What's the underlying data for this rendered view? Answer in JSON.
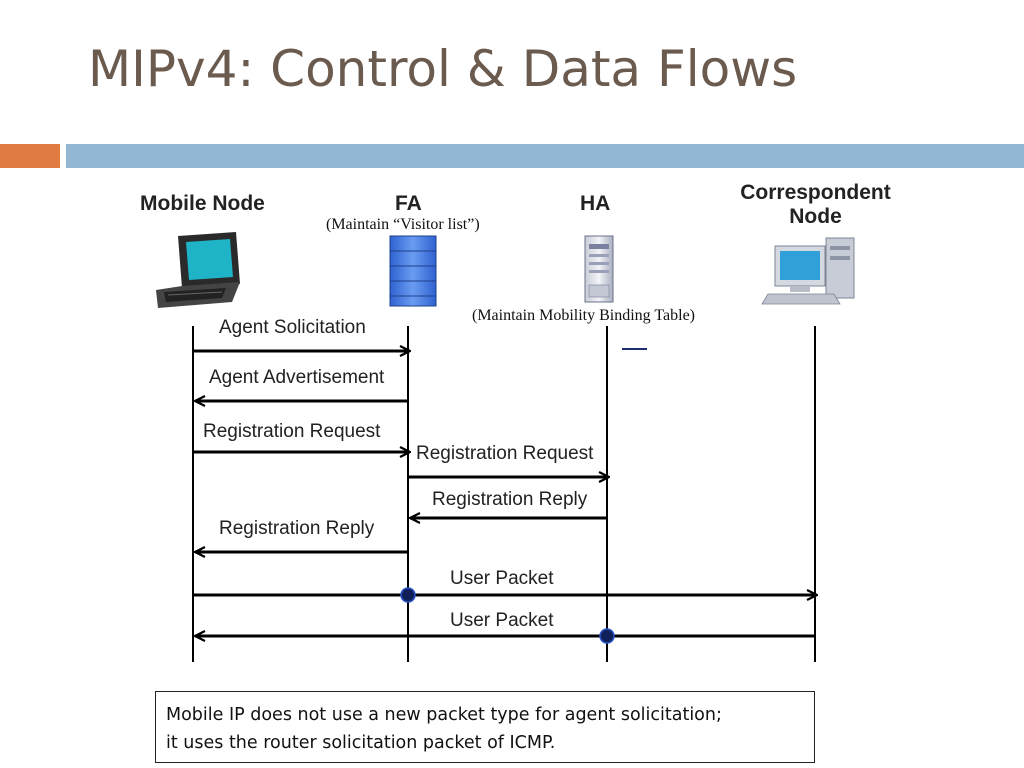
{
  "slide": {
    "title": "MIPv4: Control & Data Flows"
  },
  "nodes": [
    {
      "id": "mn",
      "label": "Mobile Node",
      "icon": "laptop-icon"
    },
    {
      "id": "fa",
      "label": "FA",
      "note": "(Maintain “Visitor list”)",
      "icon": "server-blue-icon"
    },
    {
      "id": "ha",
      "label": "HA",
      "note": "(Maintain Mobility Binding Table)",
      "icon": "server-gray-icon"
    },
    {
      "id": "cn",
      "label_line1": "Correspondent",
      "label_line2": "Node",
      "icon": "desktop-computer-icon"
    }
  ],
  "messages": [
    {
      "label": "Agent Solicitation",
      "from": "mn",
      "to": "fa"
    },
    {
      "label": "Agent Advertisement",
      "from": "fa",
      "to": "mn"
    },
    {
      "label": "Registration Request",
      "from": "mn",
      "to": "fa"
    },
    {
      "label": "Registration Request",
      "from": "fa",
      "to": "ha"
    },
    {
      "label": "Registration Reply",
      "from": "ha",
      "to": "fa"
    },
    {
      "label": "Registration Reply",
      "from": "fa",
      "to": "mn"
    },
    {
      "label": "User Packet",
      "from": "mn",
      "to": "cn",
      "via": "fa"
    },
    {
      "label": "User Packet",
      "from": "cn",
      "to": "mn",
      "via": "ha"
    }
  ],
  "note_box": {
    "line1": "Mobile IP does not use a new packet type for agent solicitation;",
    "line2": "it uses the router solicitation packet of ICMP."
  },
  "colors": {
    "title": "#6b5a4e",
    "accent_orange": "#e07b41",
    "accent_blue": "#93b6d2",
    "fa_server": "#4a7fe0",
    "via_dot": "#10205a"
  }
}
